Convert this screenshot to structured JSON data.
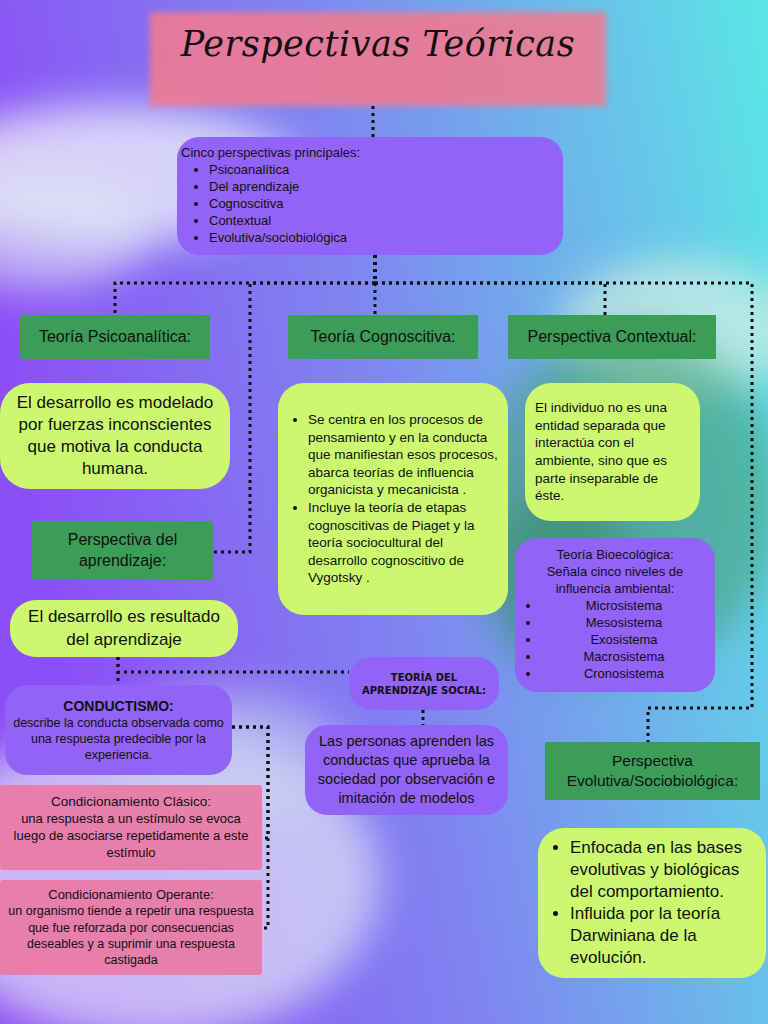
{
  "diagram": {
    "title": "Perspectivas Teóricas",
    "nodes": [
      {
        "text": [
          "Cinco perspectivas principales:",
          "Psicoanalítica",
          "Del aprendizaje",
          "Cognoscitiva",
          "Contextual",
          "Evolutiva/sociobiológica"
        ]
      },
      {
        "text": [
          "Teoría Psicoanalítica:"
        ]
      },
      {
        "text": [
          "Teoría Cognoscitiva:"
        ]
      },
      {
        "text": [
          "Perspectiva Contextual:"
        ]
      },
      {
        "text": [
          "El desarrollo es modelado por fuerzas inconscientes que motiva la conducta humana."
        ]
      },
      {
        "text": [
          "Se centra en los procesos de pensamiento y en la conducta que manifiestan esos procesos, abarca teorías de influencia organicista y mecanicista .",
          "Incluye la teoría de etapas cognoscitivas de Piaget y la teoría sociocultural del desarrollo cognoscitivo de Vygotsky ."
        ]
      },
      {
        "text": [
          "El individuo no es una entidad separada que interactúa con el ambiente, sino que es parte inseparable de éste."
        ]
      },
      {
        "text": [
          "Perspectiva del aprendizaje:"
        ]
      },
      {
        "text": [
          "Teoría Bioecológica:",
          "Señala cinco niveles de influencia ambiental:",
          "Microsistema",
          "Mesosistema",
          "Exosistema",
          "Macrosistema",
          "Cronosistema"
        ]
      },
      {
        "text": [
          "El desarrollo es resultado del aprendizaje"
        ]
      },
      {
        "text": [
          "TEORÍA DEL APRENDIZAJE SOCIAL:"
        ]
      },
      {
        "text": [
          "CONDUCTISMO:",
          "describe la conducta observada como una respuesta predecible por la experiencia."
        ]
      },
      {
        "text": [
          "Las personas aprenden las conductas que aprueba la sociedad por observación e imitación de modelos"
        ]
      },
      {
        "text": [
          "Perspectiva Evolutiva/Sociobiológica:"
        ]
      },
      {
        "text": [
          "Condicionamiento Clásico:",
          "una respuesta a un estímulo se evoca luego de asociarse repetidamente a este estímulo"
        ]
      },
      {
        "text": [
          "Condicionamiento Operante:",
          "un organismo tiende a repetir una respuesta que fue reforzada por consecuencias deseables y a suprimir una respuesta castigada"
        ]
      },
      {
        "text": [
          "Enfocada en las bases evolutivas y biológicas del comportamiento.",
          "Influida por la teoría Darwiniana de la evolución."
        ]
      }
    ],
    "edges": [
      {
        "from": 0,
        "to": 1,
        "arrow": "none"
      },
      {
        "from": 0,
        "to": 2,
        "arrow": "none"
      },
      {
        "from": 0,
        "to": 3,
        "arrow": "none"
      },
      {
        "from": 0,
        "to": 7,
        "arrow": "none"
      },
      {
        "from": 0,
        "to": 13,
        "arrow": "none"
      },
      {
        "from": 9,
        "to": 11,
        "arrow": "none"
      },
      {
        "from": 9,
        "to": 10,
        "arrow": "none"
      },
      {
        "from": 10,
        "to": 12,
        "arrow": "none"
      },
      {
        "from": 11,
        "to": 14,
        "arrow": "none"
      },
      {
        "from": 11,
        "to": 15,
        "arrow": "none"
      }
    ]
  }
}
